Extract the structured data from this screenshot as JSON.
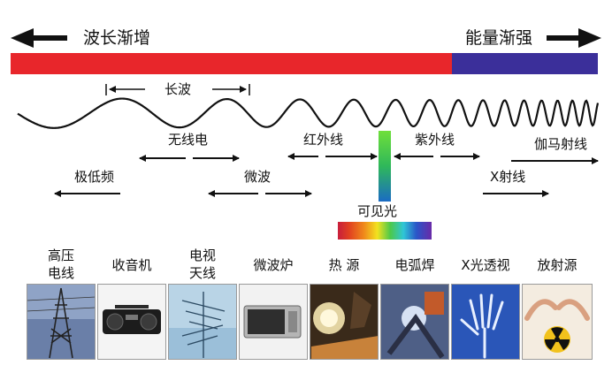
{
  "header": {
    "left_label": "波长渐增",
    "right_label": "能量渐强"
  },
  "colors": {
    "long_wave_bar": "#e8262b",
    "short_wave_bar": "#3b2f9a",
    "arrow": "#111111"
  },
  "wave": {
    "wavelength_label": "长波"
  },
  "bands": {
    "radio": "无线电",
    "infrared": "红外线",
    "ultraviolet": "紫外线",
    "gamma": "伽马射线",
    "elf": "极低频",
    "microwave": "微波",
    "xray": "X射线",
    "visible": "可见光"
  },
  "sources": [
    {
      "name": "高压\n电线",
      "icon": "power-tower-icon"
    },
    {
      "name": "收音机",
      "icon": "radio-icon"
    },
    {
      "name": "电视\n天线",
      "icon": "tv-antenna-icon"
    },
    {
      "name": "微波炉",
      "icon": "microwave-oven-icon"
    },
    {
      "name": "热 源",
      "icon": "heat-source-icon"
    },
    {
      "name": "电弧焊",
      "icon": "arc-welding-icon"
    },
    {
      "name": "X光透视",
      "icon": "xray-hand-icon"
    },
    {
      "name": "放射源",
      "icon": "radiation-icon"
    }
  ]
}
